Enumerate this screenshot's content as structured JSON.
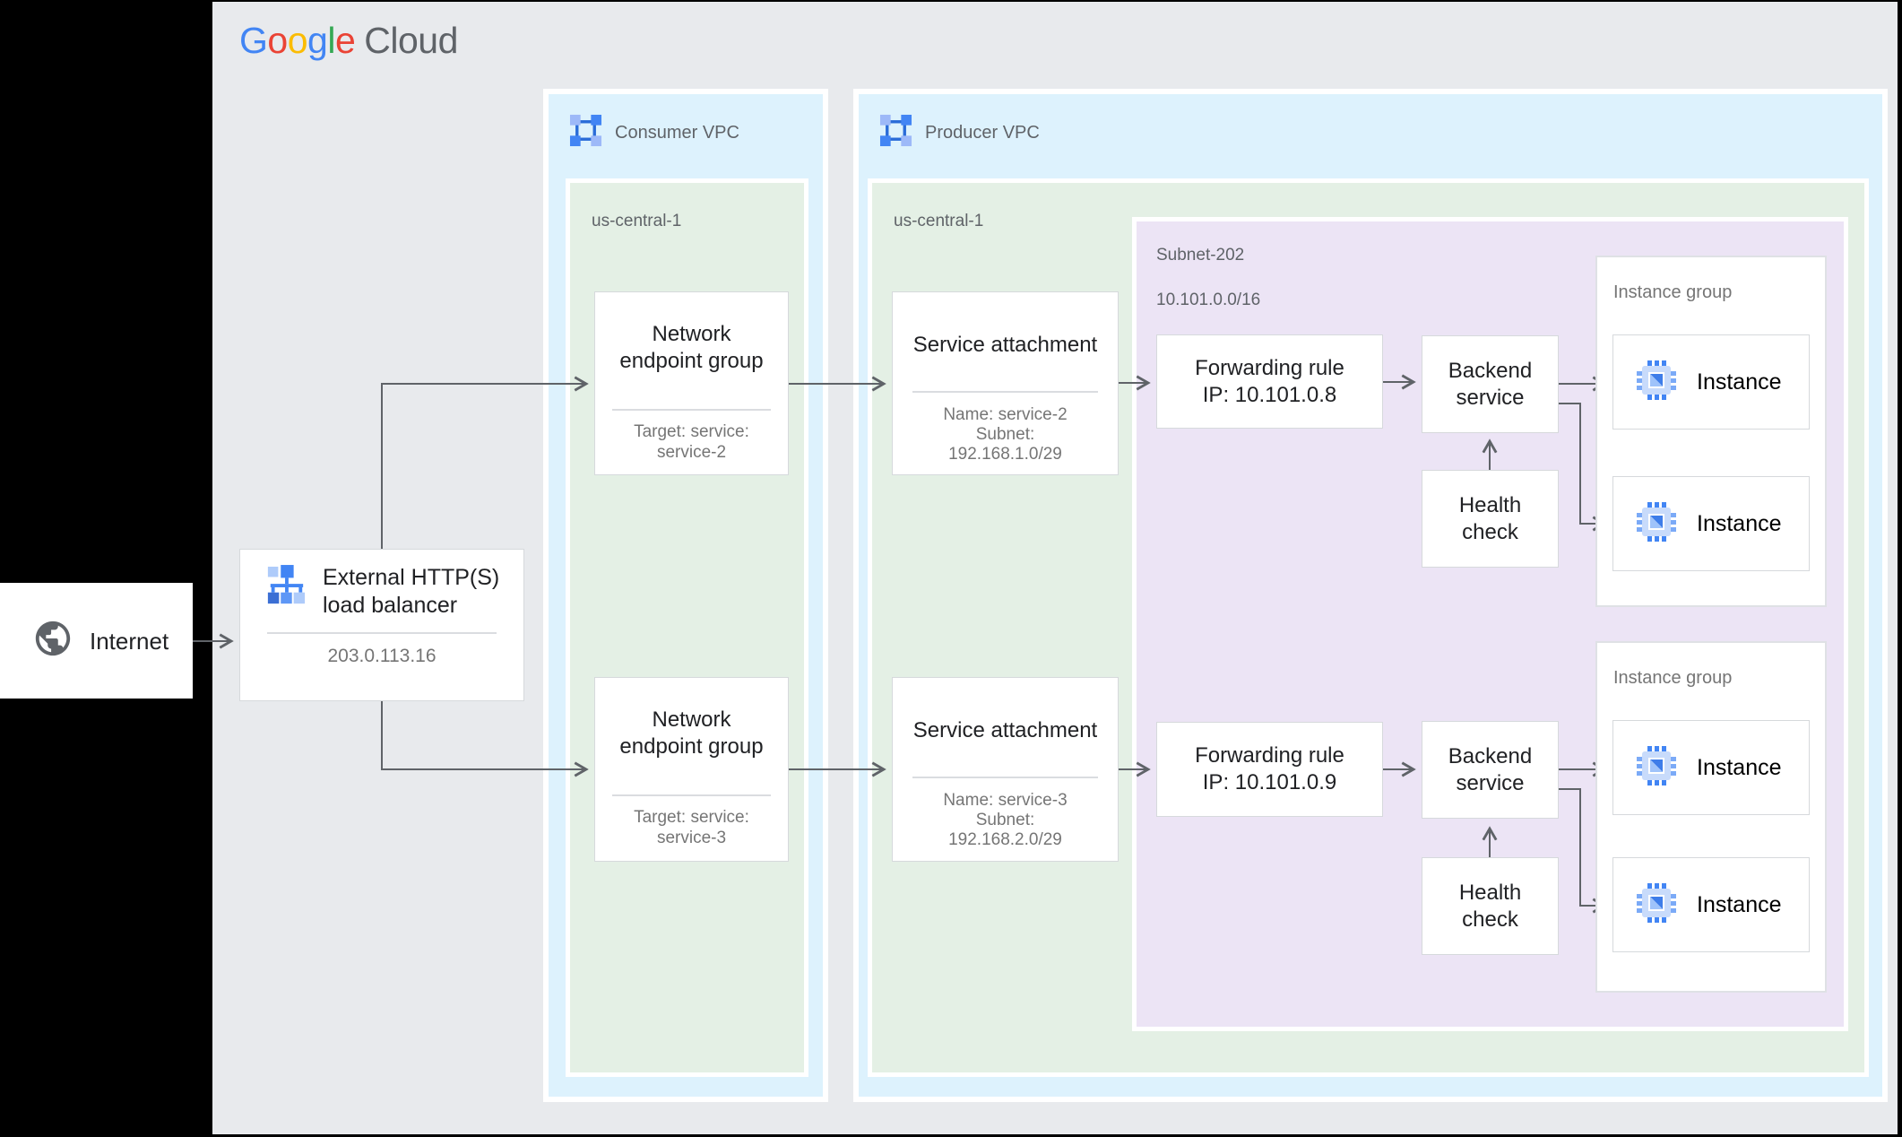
{
  "brand": {
    "letters": [
      "G",
      "o",
      "o",
      "g",
      "l",
      "e"
    ],
    "cloud": "Cloud"
  },
  "internet": {
    "label": "Internet"
  },
  "load_balancer": {
    "title1": "External HTTP(S)",
    "title2": "load balancer",
    "ip": "203.0.113.16"
  },
  "consumer_vpc": {
    "label": "Consumer VPC",
    "region": "us-central-1",
    "negs": [
      {
        "title1": "Network",
        "title2": "endpoint group",
        "sub1": "Target: service:",
        "sub2": "service-2"
      },
      {
        "title1": "Network",
        "title2": "endpoint group",
        "sub1": "Target: service:",
        "sub2": "service-3"
      }
    ]
  },
  "producer_vpc": {
    "label": "Producer VPC",
    "region": "us-central-1",
    "service_attachments": [
      {
        "title": "Service attachment",
        "sub1": "Name: service-2",
        "sub2": "Subnet:",
        "sub3": "192.168.1.0/29"
      },
      {
        "title": "Service attachment",
        "sub1": "Name: service-3",
        "sub2": "Subnet:",
        "sub3": "192.168.2.0/29"
      }
    ],
    "subnet": {
      "name": "Subnet-202",
      "cidr": "10.101.0.0/16",
      "forwarding_rules": [
        {
          "title1": "Forwarding rule",
          "title2": "IP: 10.101.0.8"
        },
        {
          "title1": "Forwarding rule",
          "title2": "IP: 10.101.0.9"
        }
      ],
      "backend_services": [
        {
          "title1": "Backend",
          "title2": "service"
        },
        {
          "title1": "Backend",
          "title2": "service"
        }
      ],
      "health_checks": [
        {
          "title1": "Health",
          "title2": "check"
        },
        {
          "title1": "Health",
          "title2": "check"
        }
      ],
      "instance_groups": [
        {
          "label": "Instance group",
          "instances": [
            {
              "label": "Instance"
            },
            {
              "label": "Instance"
            }
          ]
        },
        {
          "label": "Instance group",
          "instances": [
            {
              "label": "Instance"
            },
            {
              "label": "Instance"
            }
          ]
        }
      ]
    }
  },
  "colors": {
    "canvas": "#e8eaed",
    "vpc_zone": "#ddf2fd",
    "region_zone": "#e4f0e5",
    "subnet_zone": "#ece4f5",
    "connector": "#5f6368",
    "accent_blue": "#4285f4"
  }
}
